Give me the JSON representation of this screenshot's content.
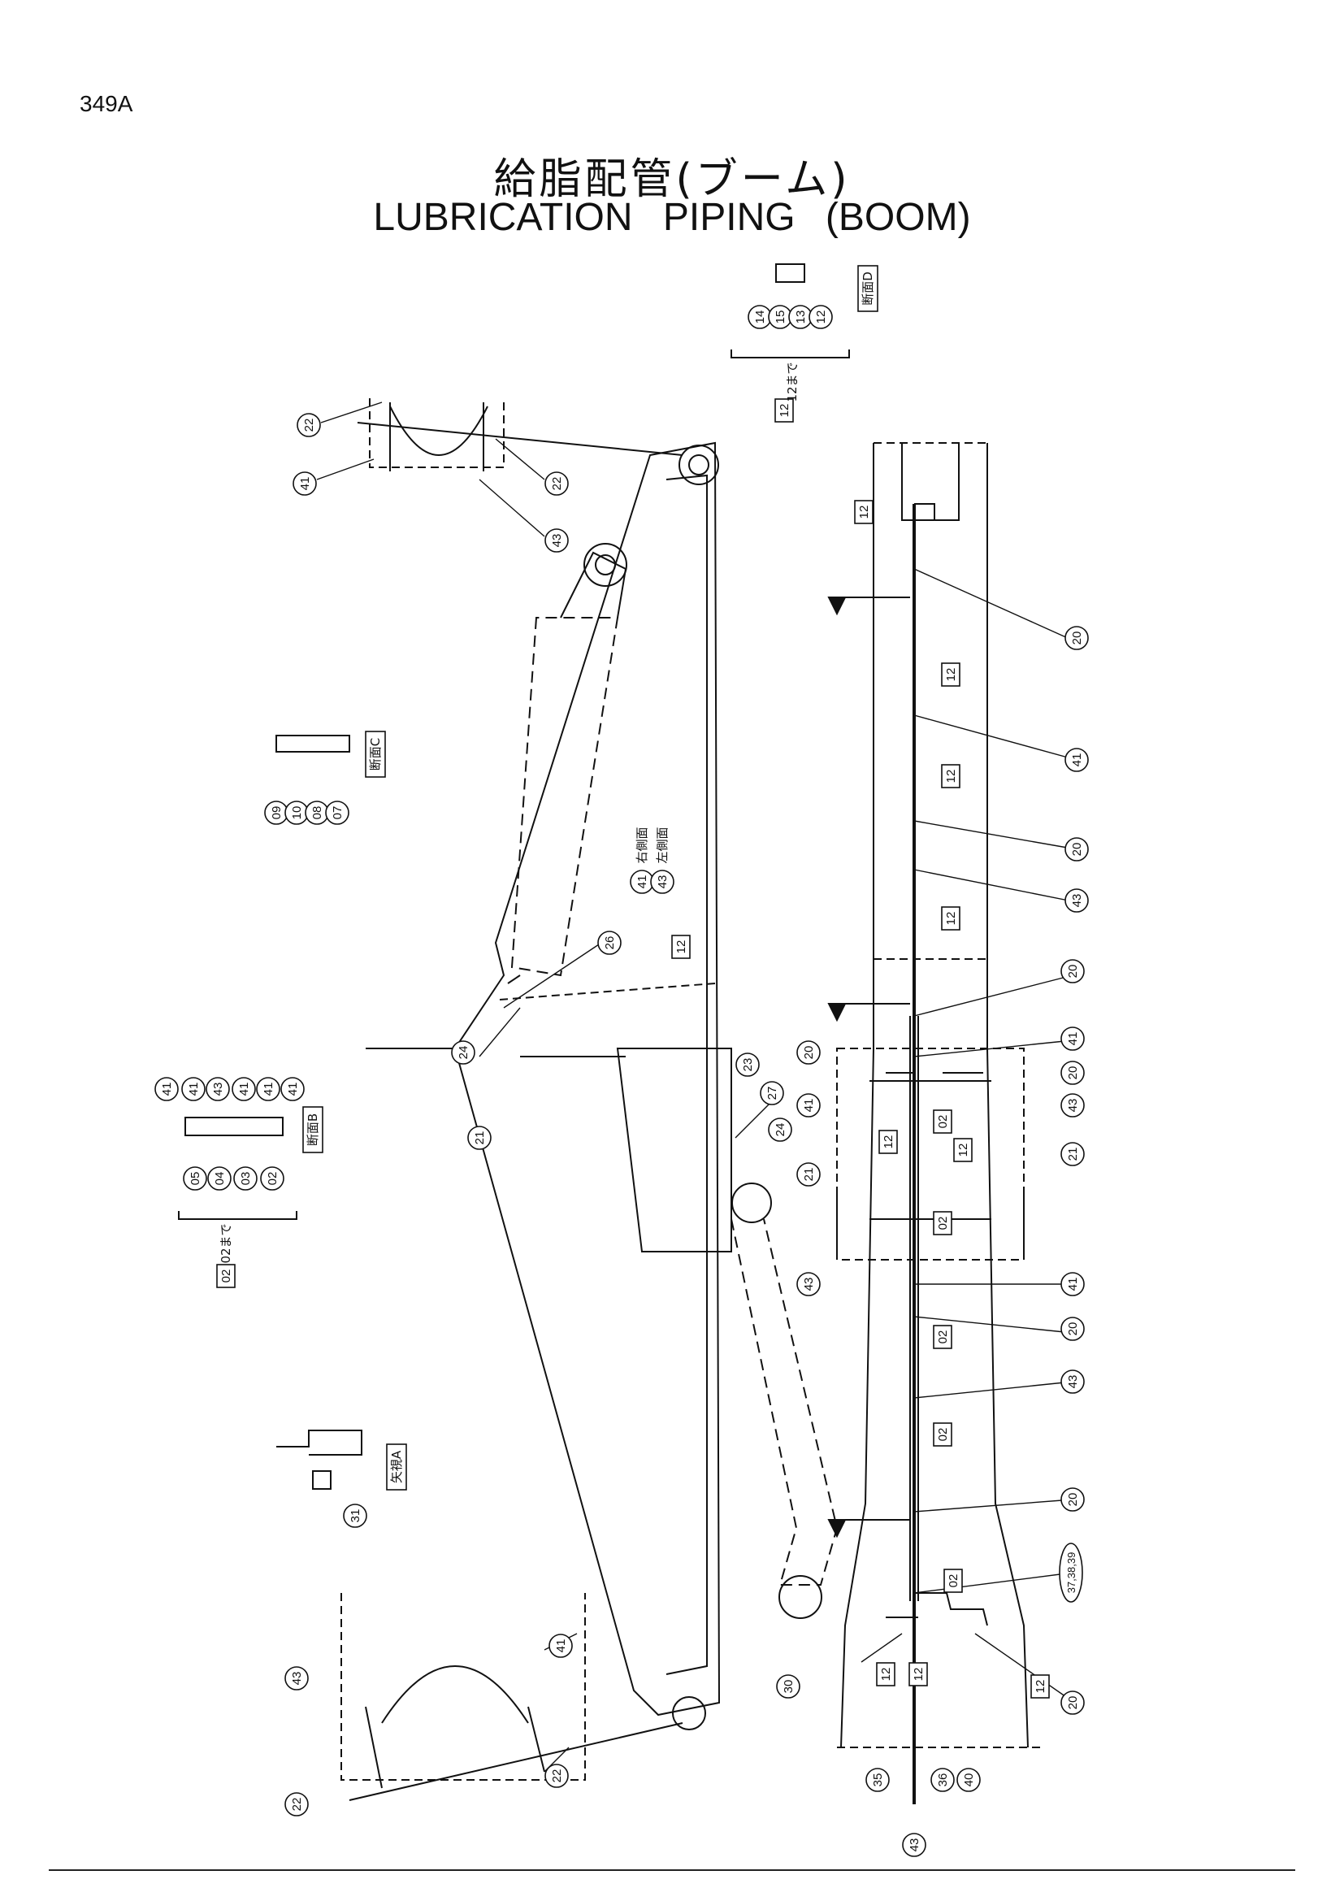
{
  "header": {
    "page_code": "349A",
    "title_jp": "給脂配管(ブーム)",
    "title_en": "LUBRICATION   PIPING (BOOM)"
  },
  "sections": {
    "section_d": "断面D",
    "section_c": "断面C",
    "section_b": "断面B",
    "view_a": "矢視A",
    "to_12": "12まで",
    "to_02": "02まで",
    "right_side": "右側面",
    "left_side": "左側面"
  },
  "callouts": {
    "c02": "02",
    "c03": "03",
    "c04": "04",
    "c05": "05",
    "c07": "07",
    "c08": "08",
    "c09": "09",
    "c10": "10",
    "c12": "12",
    "c13": "13",
    "c14": "14",
    "c15": "15",
    "c20": "20",
    "c21": "21",
    "c22": "22",
    "c23": "23",
    "c24": "24",
    "c26": "26",
    "c27": "27",
    "c30": "30",
    "c31": "31",
    "c35": "35",
    "c36": "36",
    "c37_39": "37,38,39",
    "c40": "40",
    "c41": "41",
    "c43": "43"
  }
}
